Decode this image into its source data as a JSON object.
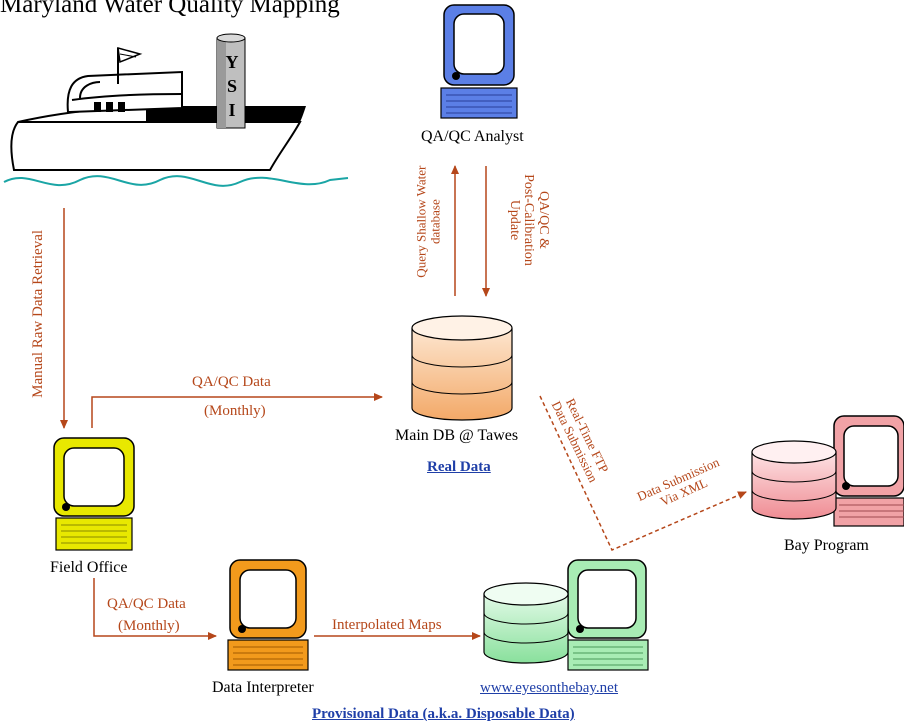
{
  "title": "Maryland Water Quality Mapping",
  "boat": {
    "stack_letters": [
      "Y",
      "S",
      "I"
    ]
  },
  "nodes": {
    "qa_analyst": "QA/QC Analyst",
    "main_db": "Main DB @ Tawes",
    "field_office": "Field Office",
    "data_interpreter": "Data Interpreter",
    "bay_program": "Bay Program",
    "eyes_on_the_bay": "www.eyesonthebay.net"
  },
  "edges": {
    "manual_retrieval": "Manual Raw Data Retrieval",
    "qaqc_monthly_1": [
      "QA/QC Data",
      "(Monthly)"
    ],
    "qaqc_monthly_2": [
      "QA/QC Data",
      "(Monthly)"
    ],
    "query_shallow": [
      "Query Shallow Water",
      "database"
    ],
    "qaqc_postcal": [
      "QA/QC &",
      "Post-Calibration",
      "Update"
    ],
    "realtime_ftp": [
      "Real-Time FTP",
      "Data Submission"
    ],
    "submission_xml": [
      "Data Submission",
      "Via XML"
    ],
    "interpolated_maps": "Interpolated Maps"
  },
  "section_labels": {
    "real_data": "Real Data",
    "provisional_data": "Provisional Data (a.k.a. Disposable Data)"
  },
  "colors": {
    "arrow": "#b5471a",
    "monitor_blue": "#5b7fe6",
    "monitor_yellow": "#e8e800",
    "monitor_orange": "#f29a1c",
    "monitor_green": "#a8ecb4",
    "monitor_pink": "#f1a2a6",
    "db_orange": "#f8caa0",
    "db_pink": "#f7b7bb",
    "db_green": "#b7f0c4"
  }
}
